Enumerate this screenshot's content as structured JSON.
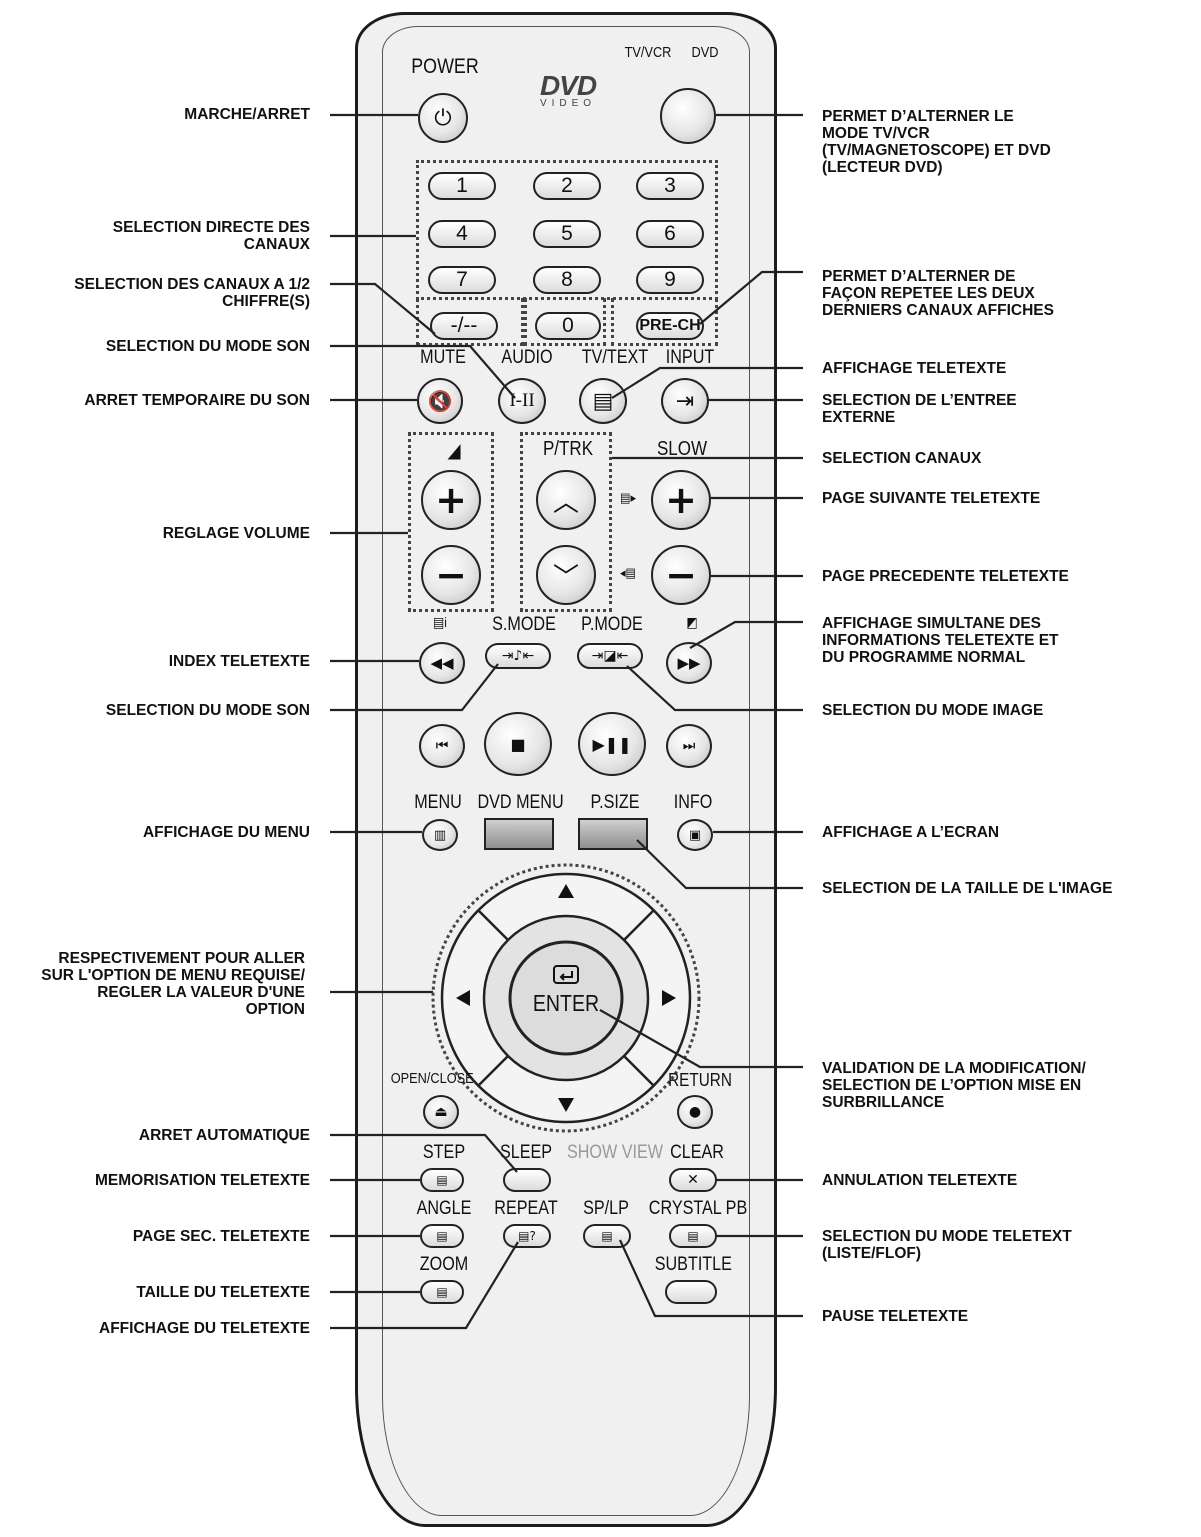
{
  "remote_buttons": {
    "power": "POWER",
    "tv_vcr": "TV/VCR",
    "dvd": "DVD",
    "logo_text": "DVD",
    "logo_sub": "VIDEO",
    "digits": [
      "1",
      "2",
      "3",
      "4",
      "5",
      "6",
      "7",
      "8",
      "9",
      "0"
    ],
    "dash": "-/--",
    "pre_ch": "PRE-CH",
    "mute": "MUTE",
    "audio": "AUDIO",
    "audio_btn": "I-II",
    "tv_text": "TV/TEXT",
    "input": "INPUT",
    "p_trk": "P/TRK",
    "slow": "SLOW",
    "s_mode": "S.MODE",
    "p_mode": "P.MODE",
    "menu": "MENU",
    "dvd_menu": "DVD MENU",
    "p_size": "P.SIZE",
    "info": "INFO",
    "enter": "ENTER",
    "open_close": "OPEN/CLOSE",
    "return": "RETURN",
    "step": "STEP",
    "sleep": "SLEEP",
    "show_view": "SHOW VIEW",
    "clear": "CLEAR",
    "angle": "ANGLE",
    "repeat": "REPEAT",
    "sp_lp": "SP/LP",
    "crystal_pb": "CRYSTAL PB",
    "zoom": "ZOOM",
    "subtitle": "SUBTITLE"
  },
  "callouts_left": [
    "MARCHE/ARRET",
    "SELECTION DIRECTE DES\nCANAUX",
    "SELECTION DES CANAUX A 1/2\nCHIFFRE(S)",
    "SELECTION DU MODE SON",
    "ARRET TEMPORAIRE DU SON",
    "REGLAGE VOLUME",
    "INDEX TELETEXTE",
    "SELECTION DU MODE SON",
    "AFFICHAGE DU MENU",
    "RESPECTIVEMENT POUR ALLER\nSUR L'OPTION DE MENU REQUISE/\nREGLER LA VALEUR D'UNE\nOPTION",
    "ARRET AUTOMATIQUE",
    "MEMORISATION TELETEXTE",
    "PAGE SEC. TELETEXTE",
    "TAILLE DU TELETEXTE",
    "AFFICHAGE DU TELETEXTE"
  ],
  "callouts_right": [
    "PERMET D’ALTERNER LE\nMODE TV/VCR\n(TV/MAGNETOSCOPE) ET DVD\n(LECTEUR DVD)",
    "PERMET D’ALTERNER DE\nFAÇON REPETEE LES DEUX\nDERNIERS CANAUX AFFICHES",
    "AFFICHAGE TELETEXTE",
    "SELECTION DE L’ENTREE\nEXTERNE",
    "SELECTION CANAUX",
    "PAGE SUIVANTE TELETEXTE",
    "PAGE PRECEDENTE TELETEXTE",
    "AFFICHAGE SIMULTANE DES\nINFORMATIONS TELETEXTE ET\nDU PROGRAMME NORMAL",
    "SELECTION DU MODE IMAGE",
    "AFFICHAGE A L’ECRAN",
    "SELECTION DE LA TAILLE DE L'IMAGE",
    "VALIDATION DE LA MODIFICATION/\nSELECTION DE L’OPTION MISE EN\nSURBRILLANCE",
    "ANNULATION TELETEXTE",
    "SELECTION DU MODE TELETEXT\n(LISTE/FLOF)",
    "PAUSE TELETEXTE"
  ]
}
